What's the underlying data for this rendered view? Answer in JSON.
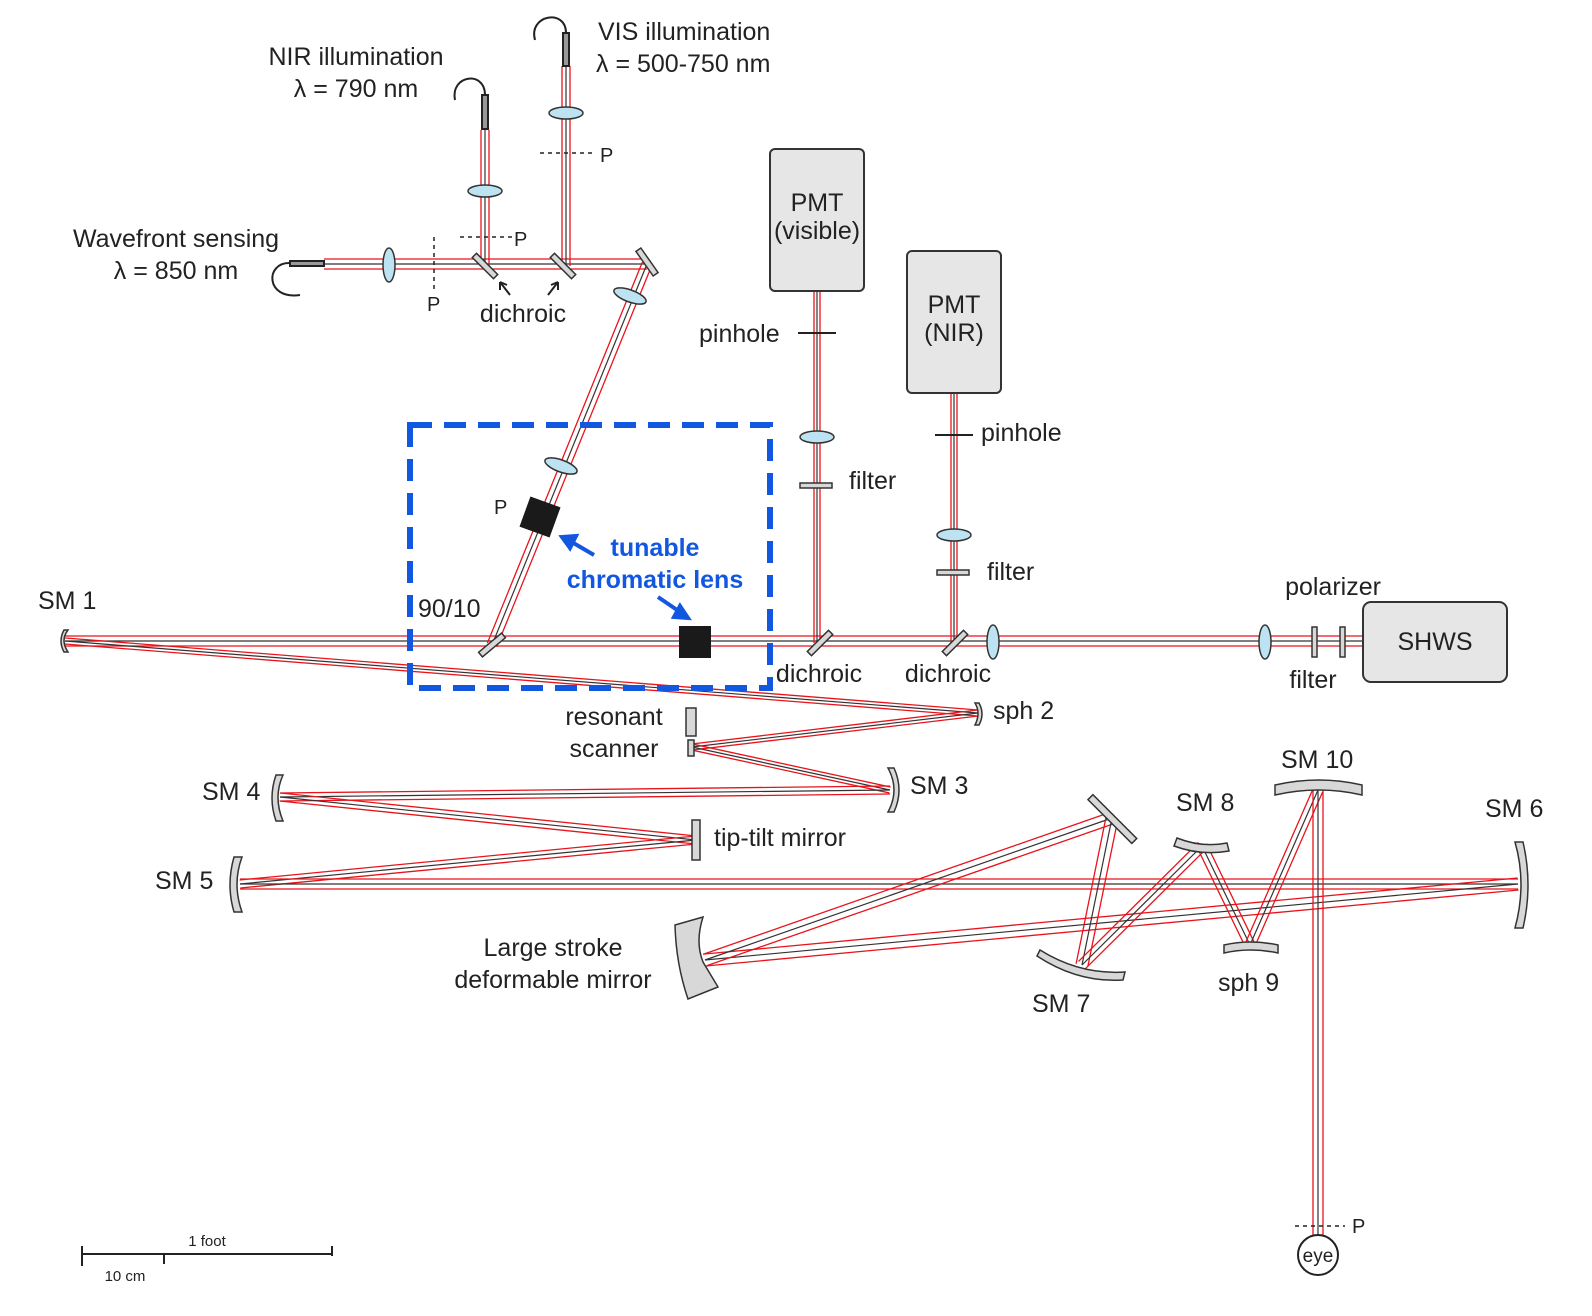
{
  "labels": {
    "nir_title": "NIR illumination",
    "nir_wl": "λ = 790 nm",
    "vis_title": "VIS illumination",
    "vis_wl": "λ = 500-750 nm",
    "wfs_title": "Wavefront sensing",
    "wfs_wl": "λ = 850 nm",
    "dichroic_top": "dichroic",
    "pupil": "P",
    "pmt_vis_1": "PMT",
    "pmt_vis_2": "(visible)",
    "pmt_nir_1": "PMT",
    "pmt_nir_2": "(NIR)",
    "pinhole_vis": "pinhole",
    "pinhole_nir": "pinhole",
    "filter_vis": "filter",
    "filter_nir": "filter",
    "tunable_1": "tunable",
    "tunable_2": "chromatic lens",
    "sm1": "SM 1",
    "bs": "90/10",
    "dichroic_vis": "dichroic",
    "dichroic_nir": "dichroic",
    "polarizer": "polarizer",
    "shws": "SHWS",
    "filter_shws": "filter",
    "sph2": "sph 2",
    "resonant_1": "resonant",
    "resonant_2": "scanner",
    "sm3": "SM 3",
    "sm4": "SM 4",
    "tiptilt": "tip-tilt mirror",
    "sm5": "SM 5",
    "sm6": "SM 6",
    "sm7": "SM 7",
    "sm8": "SM 8",
    "sph9": "sph 9",
    "sm10": "SM 10",
    "dm_1": "Large stroke",
    "dm_2": "deformable mirror",
    "eye": "eye",
    "scale_foot": "1 foot",
    "scale_cm": "10 cm"
  },
  "colors": {
    "beam": "#e8141b",
    "highlight": "#1257e0",
    "component": "#d8d8d8",
    "lens": "#bde3f2"
  }
}
